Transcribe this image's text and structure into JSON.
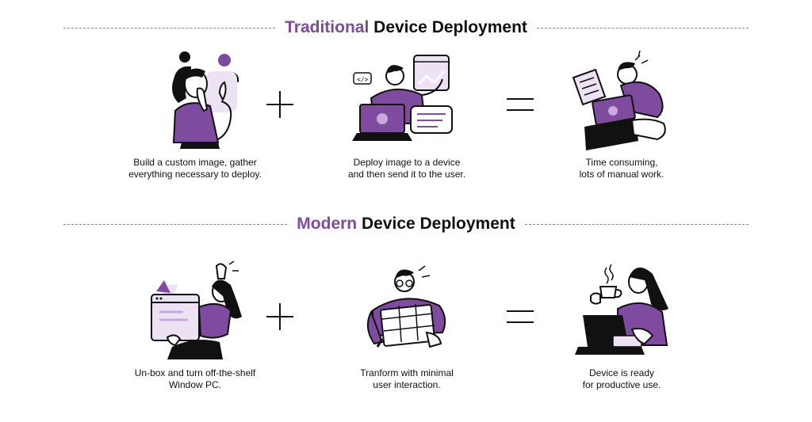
{
  "traditional": {
    "title_accent": "Traditional",
    "title_rest": " Device Deployment",
    "steps": [
      {
        "line1": "Build a custom image, gather",
        "line2": "everything necessary to deploy."
      },
      {
        "line1": "Deploy image to a device",
        "line2": "and then send it to the user."
      },
      {
        "line1": "Time consuming,",
        "line2": "lots of manual work."
      }
    ]
  },
  "modern": {
    "title_accent": "Modern",
    "title_rest": " Device Deployment",
    "steps": [
      {
        "line1": "Un-box and turn off-the-shelf",
        "line2": "Window PC."
      },
      {
        "line1": "Tranform with minimal",
        "line2": "user interaction."
      },
      {
        "line1": "Device is ready",
        "line2": "for productive use."
      }
    ]
  },
  "icons": {
    "plus": "plus-icon",
    "equals": "equals-icon"
  },
  "colors": {
    "accent": "#7f4b9e",
    "accent_light": "#ede2f3",
    "ink": "#111111",
    "dash": "#8a8a8a"
  }
}
